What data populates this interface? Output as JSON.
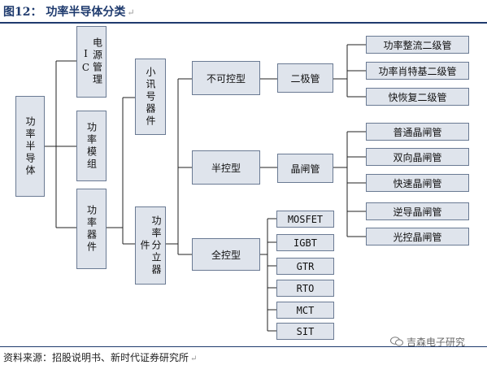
{
  "figure_title": "图12：  功率半导体分类",
  "source_note": "资料来源：招股说明书、新时代证券研究所",
  "watermark": "吉森电子研究",
  "tree": {
    "root": "功率半导体",
    "level1": [
      "电源管理IC",
      "功率模组",
      "功率器件"
    ],
    "level2": [
      "小讯号器件",
      "功率分立器件"
    ],
    "level3": [
      "不可控型",
      "半控型",
      "全控型"
    ],
    "level4": [
      "二极管",
      "晶闸管"
    ],
    "diodes": [
      "功率整流二级管",
      "功率肖特基二级管",
      "快恢复二级管"
    ],
    "thyristors": [
      "普通晶闸管",
      "双向晶闸管",
      "快速晶闸管",
      "逆导晶闸管",
      "光控晶闸管"
    ],
    "full_control": [
      "MOSFET",
      "IGBT",
      "GTR",
      "RTO",
      "MCT",
      "SIT"
    ]
  }
}
